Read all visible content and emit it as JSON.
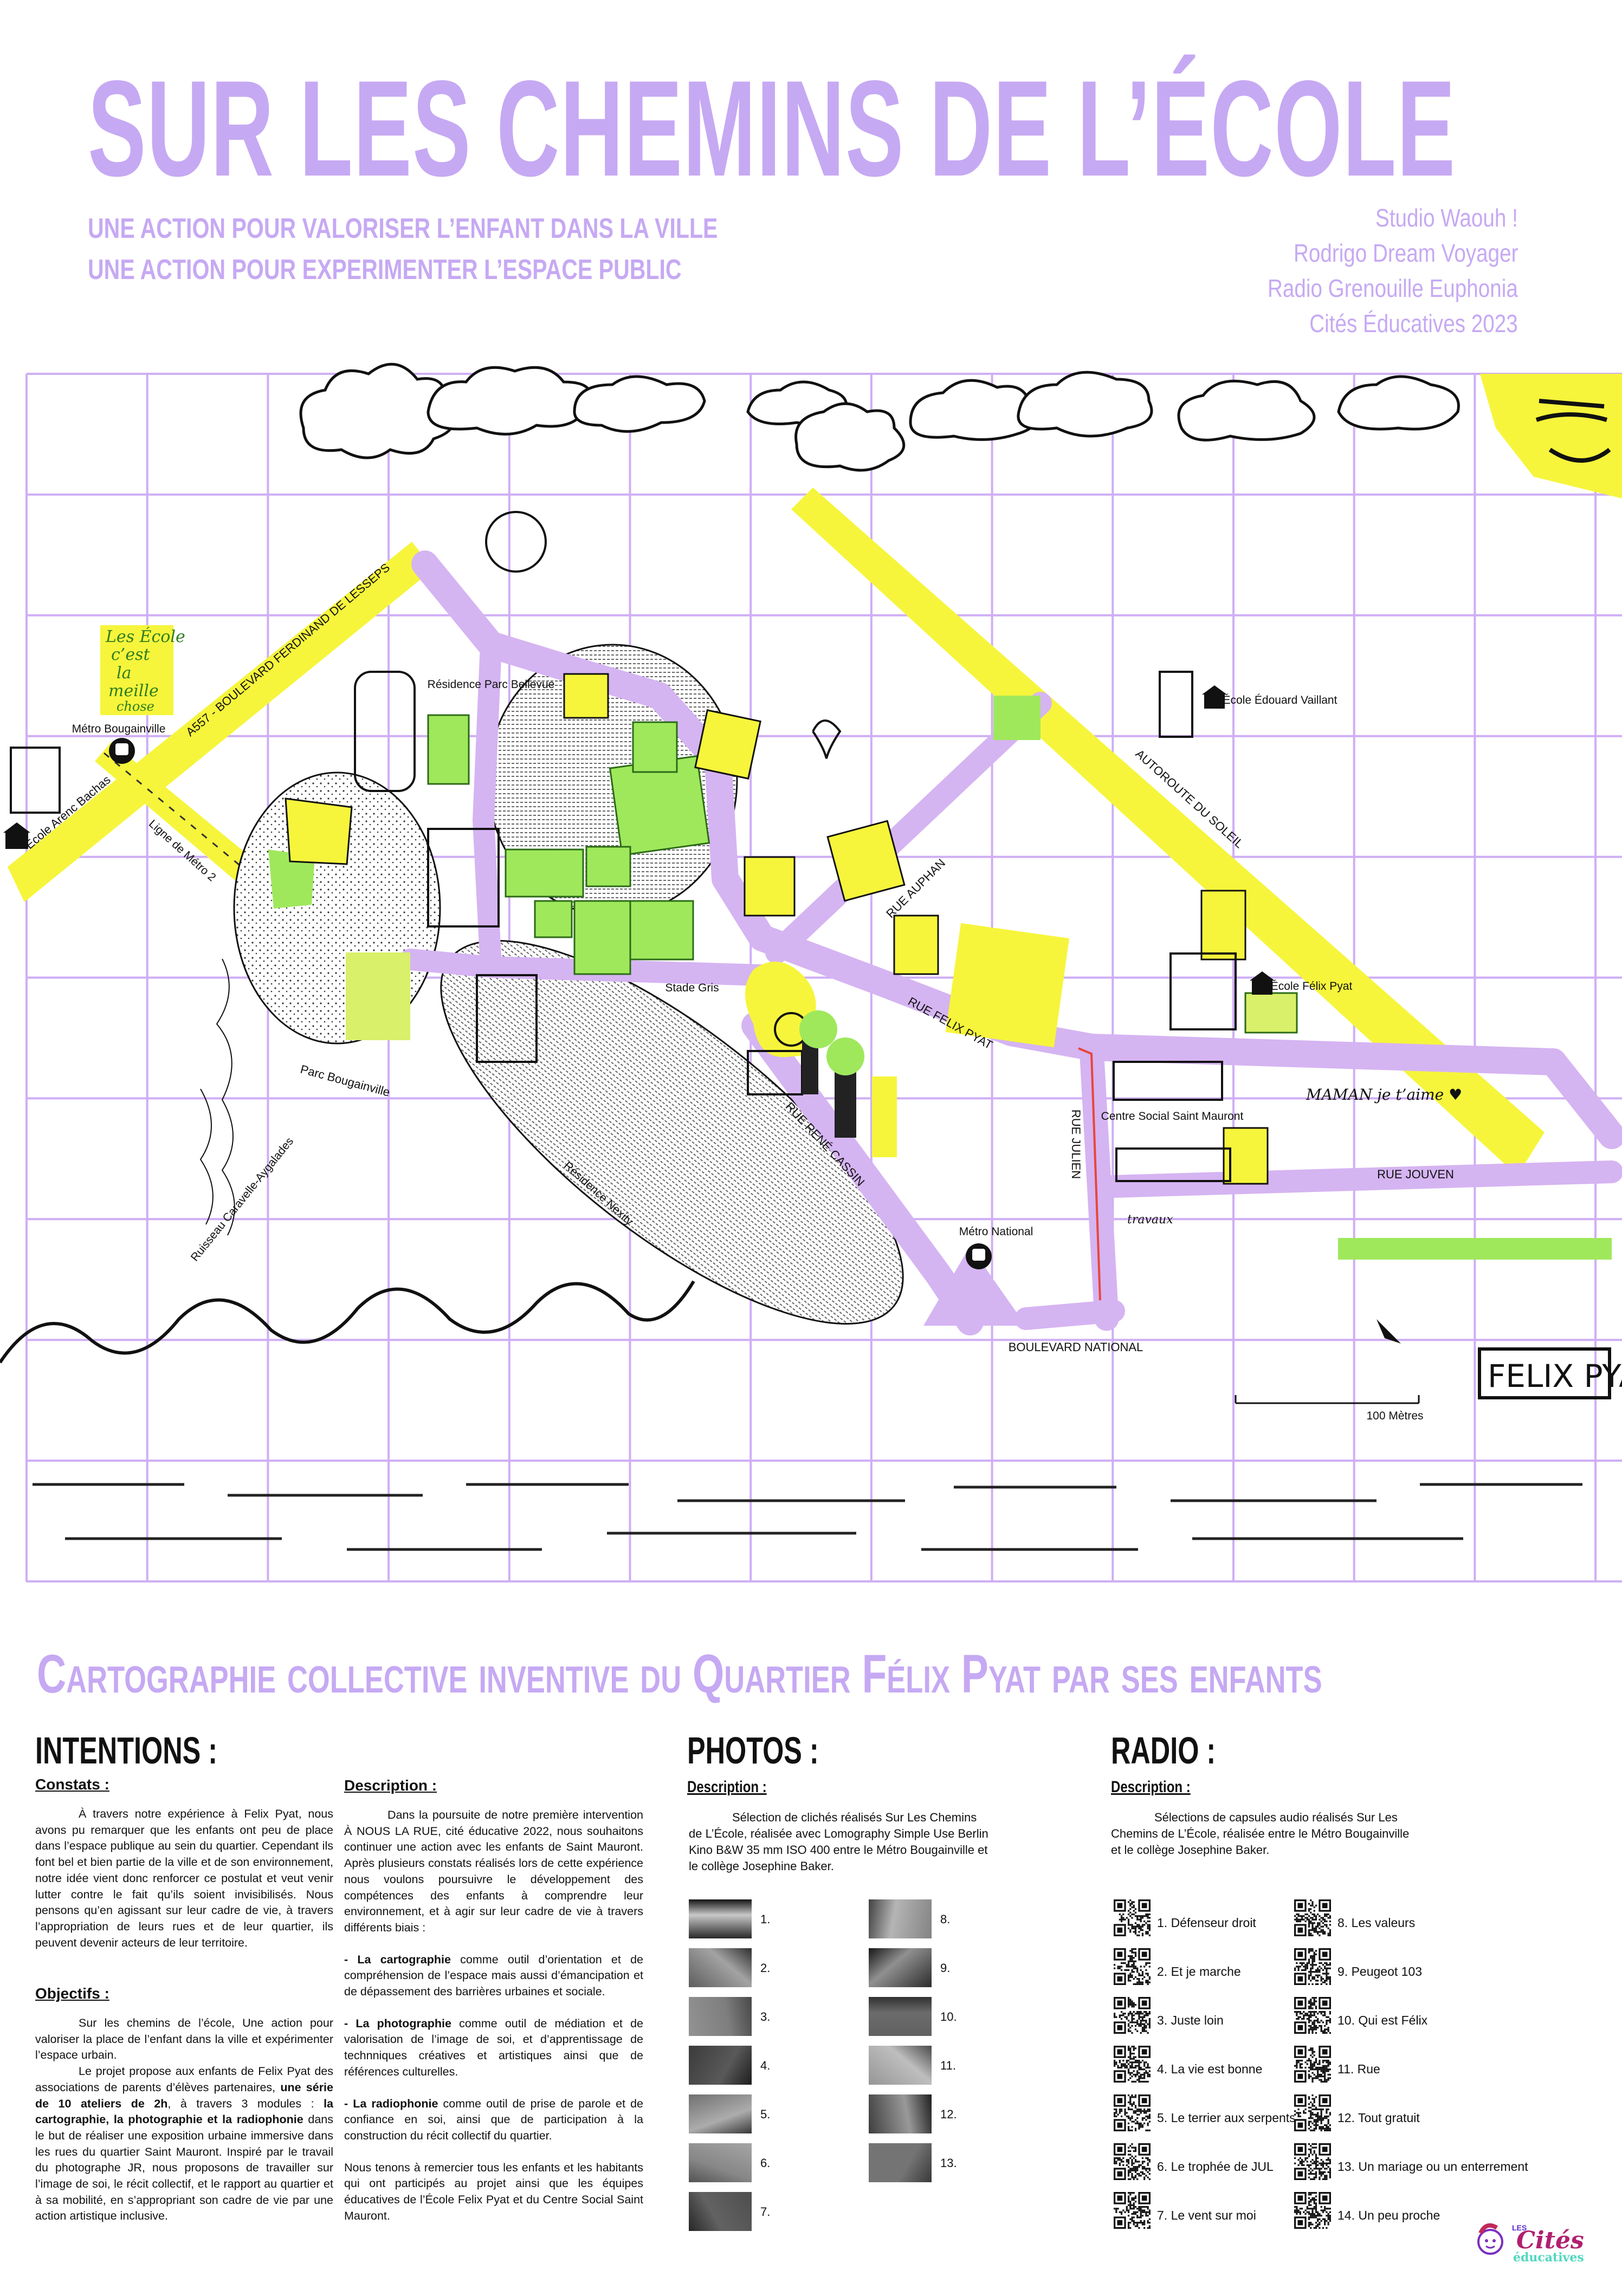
{
  "header": {
    "title": "SUR LES CHEMINS DE L’ÉCOLE",
    "subtitles": [
      "UNE ACTION POUR VALORISER L’ENFANT DANS LA VILLE",
      "UNE ACTION POUR EXPERIMENTER  L’ESPACE PUBLIC"
    ],
    "credits": [
      "Studio Waouh !",
      "Rodrigo Dream Voyager",
      "Radio Grenouille Euphonia",
      "Cités Éducatives 2023"
    ],
    "accent_color": "#c6a9f3"
  },
  "map": {
    "labels": {
      "boulevard": "A557 - BOULEVARD FERDINAND DE LESSEPS",
      "metro_bougainville": "Métro Bougainville",
      "ecole_arenc": "École Arenc Bachas",
      "ligne_metro": "Ligne de Métro 2",
      "residence_bellevue": "Résidence Parc Bellevue",
      "parc_bougainville": "Parc Bougainville",
      "ruisseau": "Ruisseau Caravelle-Aygalades",
      "residence_nexity": "Résidence Nexity",
      "stade_gris": "Stade Gris",
      "rue_auphan": "RUE AUPHAN",
      "rue_felix_pyat": "RUE FELIX PYAT",
      "rue_rene_cassin": "RUE RENÉ CASSIN",
      "rue_julien": "RUE JULIEN",
      "metro_national": "Métro National",
      "boulevard_national": "BOULEVARD NATIONAL",
      "centre_social": "Centre Social Saint Mauront",
      "rue_jouven": "RUE JOUVEN",
      "ecole_felix_pyat": "École Félix Pyat",
      "ecole_vaillant": "École Édouard Vaillant",
      "autoroute": "AUTOROUTE DU SOLEIL",
      "scale": "100 Mètres"
    },
    "handwritten": {
      "note": [
        "Les École",
        "c’est",
        "la",
        "meille",
        "chose"
      ],
      "maman": "MAMAN je t’aime ♥",
      "travaux": "travaux",
      "felix": "FELIX PYA"
    },
    "colors": {
      "grid": "#cfaef5",
      "road": "#d5b4f2",
      "yellow": "#f6f53c",
      "green": "#9fe85c"
    }
  },
  "section_title": "Cartographie collective inventive du Quartier Félix Pyat par ses enfants",
  "intentions": {
    "title": "INTENTIONS :",
    "constats": {
      "heading": "Constats :",
      "text": "À travers notre expérience à Felix Pyat, nous avons pu remarquer que les enfants ont peu de place dans l’espace publique au sein du quartier. Cependant ils font bel et bien partie de la ville et de son environnement, notre idée vient donc renforcer ce postulat et veut venir lutter contre le fait qu’ils soient invisibilisés. Nous pensons qu’en agissant sur leur cadre de vie, à travers l’appropriation de leurs rues et de leur quartier, ils peuvent devenir acteurs de leur territoire."
    },
    "objectifs": {
      "heading": "Objectifs :",
      "p1": "Sur les chemins de l’école, Une action pour valoriser la place de l’enfant dans la ville et expérimenter l’espace urbain.",
      "p2_a": "Le projet propose aux enfants de Felix Pyat des associations de parents d’élèves partenaires, ",
      "p2_b": "une série de 10 ateliers de 2h",
      "p2_c": ", à travers 3 modules : ",
      "p2_d": "la cartographie, la photographie et la radiophonie",
      "p2_e": " dans le but de réaliser une exposition urbaine immersive dans les rues du quartier Saint Mauront. Inspiré par le travail du photographe JR, nous proposons de travailler sur l’image de soi, le récit collectif, et le rapport au quartier et à sa mobilité, en s’appropriant son cadre de vie par une action artistique inclusive."
    },
    "description": {
      "heading": "Description :",
      "intro": "Dans la poursuite de notre première intervention À NOUS LA RUE, cité éducative 2022, nous souhaitons continuer une action avec les enfants de Saint Mauront. Après plusieurs constats réalisés lors de cette expérience nous voulons poursuivre le développement des compétences des enfants à comprendre leur environnement, et à agir sur leur cadre de vie à travers différents biais :",
      "items": [
        {
          "bold": "- La cartographie",
          "text": " comme outil d’orientation et de compréhension de l’espace mais aussi d’émancipation et de dépassement des barrières urbaines et sociale."
        },
        {
          "bold": "- La photographie",
          "text": " comme outil de médiation et de valorisation de l’image de soi, et d’apprentissage de technniques créatives et  artistiques ainsi que de références culturelles."
        },
        {
          "bold": "- La radiophonie",
          "text": " comme outil de prise de parole et de confiance en soi, ainsi que de participation à la construction du récit collectif du quartier."
        }
      ],
      "thanks": "Nous tenons à remercier tous les enfants et les habitants qui ont participés au projet ainsi que les équipes éducatives de l’École Felix Pyat et du Centre Social Saint Mauront."
    }
  },
  "photos": {
    "title": "PHOTOS :",
    "heading": "Description :",
    "text": "Sélection de clichés réalisés Sur Les Chemins de L’École, réalisée avec Lomography Simple Use Berlin Kino B&W 35 mm ISO 400 entre le Métro Bougainville et le collège Josephine Baker.",
    "items": [
      "1.",
      "2.",
      "3.",
      "4.",
      "5.",
      "6.",
      "7.",
      "8.",
      "9.",
      "10.",
      "11.",
      "12.",
      "13."
    ]
  },
  "radio": {
    "title": "RADIO :",
    "heading": "Description :",
    "text": "Sélections de capsules audio réalisés Sur Les Chemins de L’École, réalisée entre le Métro Bougainville et le collège Josephine Baker.",
    "items": [
      "1. Défenseur droit",
      "2. Et je marche",
      "3. Juste loin",
      "4. La vie est bonne",
      "5. Le terrier aux serpents",
      "6. Le trophée de JUL",
      "7. Le vent sur moi",
      "8. Les valeurs",
      "9. Peugeot 103",
      "10. Qui est Félix",
      "11. Rue",
      "12. Tout gratuit",
      "13. Un mariage ou un enterrement",
      "14. Un peu proche"
    ]
  },
  "logo": {
    "les": "LES",
    "cites": "Cités",
    "educatives": "éducatives"
  }
}
